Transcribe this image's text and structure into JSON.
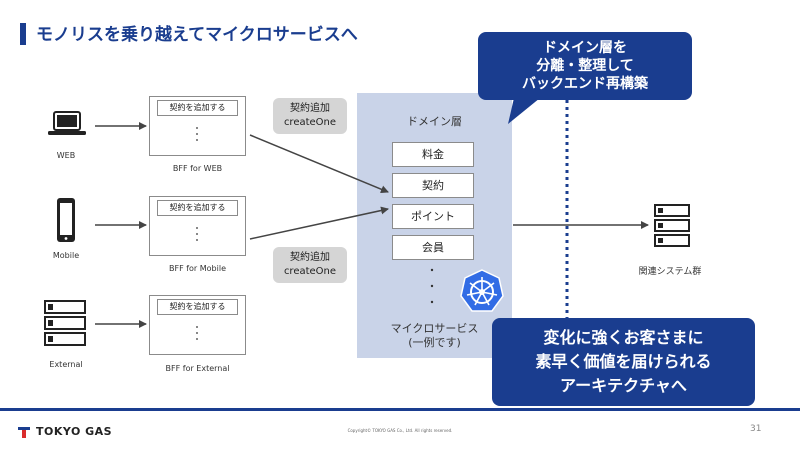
{
  "title": "モノリスを乗り越えてマイクロサービスへ",
  "callout_top": [
    "ドメイン層を",
    "分離・整理して",
    "バックエンド再構築"
  ],
  "callout_bottom": [
    "変化に強くお客さまに",
    "素早く価値を届けられる",
    "アーキテクチャへ"
  ],
  "clients": [
    {
      "label": "WEB",
      "icon": "laptop-icon"
    },
    {
      "label": "Mobile",
      "icon": "smartphone-icon"
    },
    {
      "label": "External",
      "icon": "server-icon"
    }
  ],
  "bffs": [
    {
      "button": "契約を追加する",
      "label": "BFF for WEB"
    },
    {
      "button": "契約を追加する",
      "label": "BFF for Mobile"
    },
    {
      "button": "契約を追加する",
      "label": "BFF for External"
    }
  ],
  "requests": [
    {
      "line1": "契約追加",
      "line2": "createOne"
    },
    {
      "line1": "契約追加",
      "line2": "createOne"
    }
  ],
  "domain": {
    "title": "ドメイン層",
    "items": [
      "料金",
      "契約",
      "ポイント",
      "会員"
    ],
    "footer": [
      "マイクロサービス",
      "(一例です)"
    ],
    "badge_icon": "kubernetes-icon"
  },
  "related": {
    "label": "関連システム群",
    "icon": "server-icon"
  },
  "footer": {
    "logo": "TOKYO GAS",
    "copyright": "Copyright© TOKYO GAS Co., Ltd. All rights reserved.",
    "page": "31"
  },
  "colors": {
    "brand": "#1a3d8f",
    "panel": "#c9d3e8",
    "callout_grey": "#d5d5d5",
    "accent_red": "#d92c2c"
  }
}
